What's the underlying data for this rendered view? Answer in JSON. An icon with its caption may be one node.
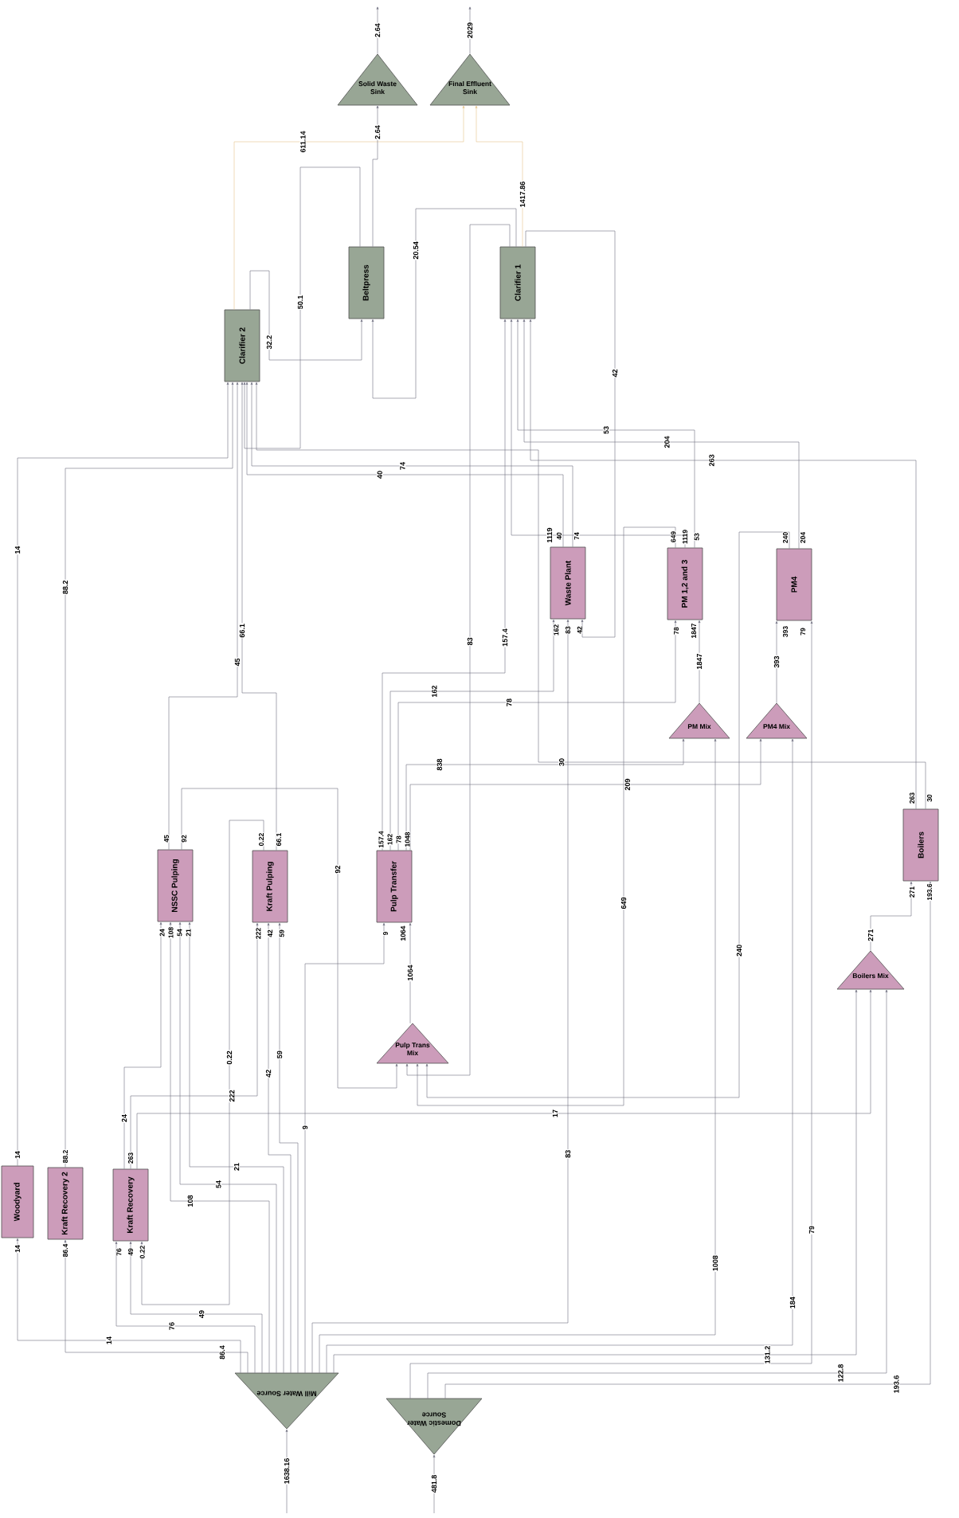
{
  "diagram": {
    "nodes": [
      {
        "text": [
          "Solid Waste Sink"
        ]
      },
      {
        "text": [
          "Final Effluent Sink"
        ]
      },
      {
        "text": [
          "Clarifier 2"
        ]
      },
      {
        "text": [
          "Beltpress"
        ]
      },
      {
        "text": [
          "Clarifier 1"
        ]
      },
      {
        "text": [
          "Waste Plant"
        ],
        "beside": [
          "40",
          "74",
          "162",
          "83",
          "42"
        ]
      },
      {
        "text": [
          "PM 1,2 and 3"
        ],
        "beside": [
          "649",
          "1119",
          "53",
          "78",
          "1847"
        ]
      },
      {
        "text": [
          "PM4"
        ],
        "beside": [
          "240",
          "204",
          "393",
          "79"
        ]
      },
      {
        "text": [
          "PM Mix"
        ]
      },
      {
        "text": [
          "PM4 Mix"
        ]
      },
      {
        "text": [
          "Boilers"
        ],
        "beside": [
          "263",
          "30",
          "271",
          "193.6"
        ]
      },
      {
        "text": [
          "Boilers Mix"
        ]
      },
      {
        "text": [
          "NSSC Pulping"
        ],
        "beside": [
          "45",
          "92",
          "24",
          "108",
          "54",
          "21"
        ]
      },
      {
        "text": [
          "Kraft Pulping"
        ],
        "beside": [
          "0.22",
          "66.1",
          "222",
          "42",
          "59"
        ]
      },
      {
        "text": [
          "Pulp Transfer"
        ],
        "beside": [
          "157.4",
          "162",
          "78",
          "1048",
          "9",
          "1064"
        ]
      },
      {
        "text": [
          "Pulp Trans Mix"
        ]
      },
      {
        "text": [
          "Woodyard"
        ],
        "beside": [
          "14",
          "14"
        ]
      },
      {
        "text": [
          "Kraft Recovery 2"
        ],
        "beside": [
          "88.2",
          "86.4"
        ]
      },
      {
        "text": [
          "Kraft Recovery"
        ],
        "beside": [
          "263",
          "76",
          "49",
          "0.22"
        ]
      },
      {
        "text": [
          "Mill Water Source"
        ]
      },
      {
        "text": [
          "Domestic Water Source"
        ]
      }
    ],
    "edges": [
      {
        "from": null,
        "to": 19,
        "arrow": "to",
        "label": "1638.16"
      },
      {
        "from": null,
        "to": 20,
        "arrow": "to",
        "label": "481.8"
      },
      {
        "from": 19,
        "to": 16,
        "arrow": "to",
        "label": "14"
      },
      {
        "from": 19,
        "to": 17,
        "arrow": "to",
        "label": "86.4"
      },
      {
        "from": 19,
        "to": 18,
        "arrow": "to",
        "label": "76"
      },
      {
        "from": 19,
        "to": 18,
        "arrow": "to",
        "label": "49"
      },
      {
        "from": 19,
        "to": 12,
        "arrow": "to",
        "label": "108"
      },
      {
        "from": 19,
        "to": 12,
        "arrow": "to",
        "label": "54"
      },
      {
        "from": 19,
        "to": 12,
        "arrow": "to",
        "label": "21"
      },
      {
        "from": 19,
        "to": 13,
        "arrow": "to",
        "label": "42"
      },
      {
        "from": 19,
        "to": 13,
        "arrow": "to",
        "label": "59"
      },
      {
        "from": 19,
        "to": 14,
        "arrow": "to",
        "label": "9"
      },
      {
        "from": 19,
        "to": 5,
        "arrow": "to",
        "label": "83"
      },
      {
        "from": 19,
        "to": 8,
        "arrow": "to",
        "label": "1008"
      },
      {
        "from": 19,
        "to": 9,
        "arrow": "to",
        "label": "184"
      },
      {
        "from": 19,
        "to": 11,
        "arrow": "to",
        "label": "131.2"
      },
      {
        "from": 20,
        "to": 7,
        "arrow": "to",
        "label": "79"
      },
      {
        "from": 20,
        "to": 11,
        "arrow": "to",
        "label": "122.8"
      },
      {
        "from": 20,
        "to": 10,
        "arrow": "to",
        "label": "193.6"
      },
      {
        "from": 18,
        "to": 12,
        "arrow": "to",
        "label": "24"
      },
      {
        "from": 18,
        "to": 13,
        "arrow": "to",
        "label": "222"
      },
      {
        "from": 18,
        "to": 11,
        "arrow": "to",
        "label": "17"
      },
      {
        "from": 13,
        "to": 18,
        "arrow": "to",
        "label": "0.22"
      },
      {
        "from": 13,
        "to": 2,
        "arrow": "to",
        "label": "66.1"
      },
      {
        "from": 12,
        "to": 2,
        "arrow": "to",
        "label": "45"
      },
      {
        "from": 12,
        "to": 15,
        "arrow": "to",
        "label": "92"
      },
      {
        "from": 16,
        "to": 2,
        "arrow": "to",
        "label": "14"
      },
      {
        "from": 17,
        "to": 2,
        "arrow": "to",
        "label": "88.2"
      },
      {
        "from": 5,
        "to": 2,
        "arrow": "to",
        "label": "40"
      },
      {
        "from": 5,
        "to": 2,
        "arrow": "to",
        "label": "74"
      },
      {
        "from": 10,
        "to": 2,
        "arrow": "to",
        "label": "30"
      },
      {
        "from": 10,
        "to": 4,
        "arrow": "to",
        "label": "263"
      },
      {
        "from": 7,
        "to": 4,
        "arrow": "to",
        "label": "204"
      },
      {
        "from": 7,
        "to": 15,
        "arrow": "to",
        "label": "240"
      },
      {
        "from": 6,
        "to": 4,
        "arrow": "to",
        "label": "1119"
      },
      {
        "from": 6,
        "to": 4,
        "arrow": "to",
        "label": "53"
      },
      {
        "from": 6,
        "to": 15,
        "arrow": "to",
        "label": "649"
      },
      {
        "from": 4,
        "to": 5,
        "arrow": "to",
        "label": "42"
      },
      {
        "from": 4,
        "to": 15,
        "arrow": "to",
        "label": "83"
      },
      {
        "from": 4,
        "to": 3,
        "arrow": "to",
        "label": "20.54"
      },
      {
        "from": 4,
        "to": 1,
        "arrow": "to",
        "label": "1417.86",
        "color": "#e6c48a"
      },
      {
        "from": 2,
        "to": 1,
        "arrow": "to",
        "label": "611.14",
        "color": "#e6c48a"
      },
      {
        "from": 2,
        "to": 3,
        "arrow": "to",
        "label": "32.2"
      },
      {
        "from": 3,
        "to": 2,
        "arrow": "to",
        "label": "50.1"
      },
      {
        "from": 3,
        "to": 0,
        "arrow": "to",
        "label": "2.64"
      },
      {
        "from": 0,
        "to": null,
        "arrow": "to",
        "label": "2.64"
      },
      {
        "from": 1,
        "to": null,
        "arrow": "to",
        "label": "2029"
      },
      {
        "from": 14,
        "to": 4,
        "arrow": "to",
        "label": "157.4"
      },
      {
        "from": 14,
        "to": 5,
        "arrow": "to",
        "label": "162"
      },
      {
        "from": 14,
        "to": 6,
        "arrow": "to",
        "label": "78"
      },
      {
        "from": 14,
        "to": 8,
        "arrow": "to",
        "label": "838"
      },
      {
        "from": 14,
        "to": 9,
        "arrow": "to",
        "label": "209"
      },
      {
        "from": 15,
        "to": 14,
        "arrow": "to",
        "label": "1064"
      },
      {
        "from": 8,
        "to": 6,
        "arrow": "to",
        "label": "1847"
      },
      {
        "from": 9,
        "to": 7,
        "arrow": "to",
        "label": "393"
      },
      {
        "from": 11,
        "to": 10,
        "arrow": "to",
        "label": "271"
      }
    ]
  }
}
